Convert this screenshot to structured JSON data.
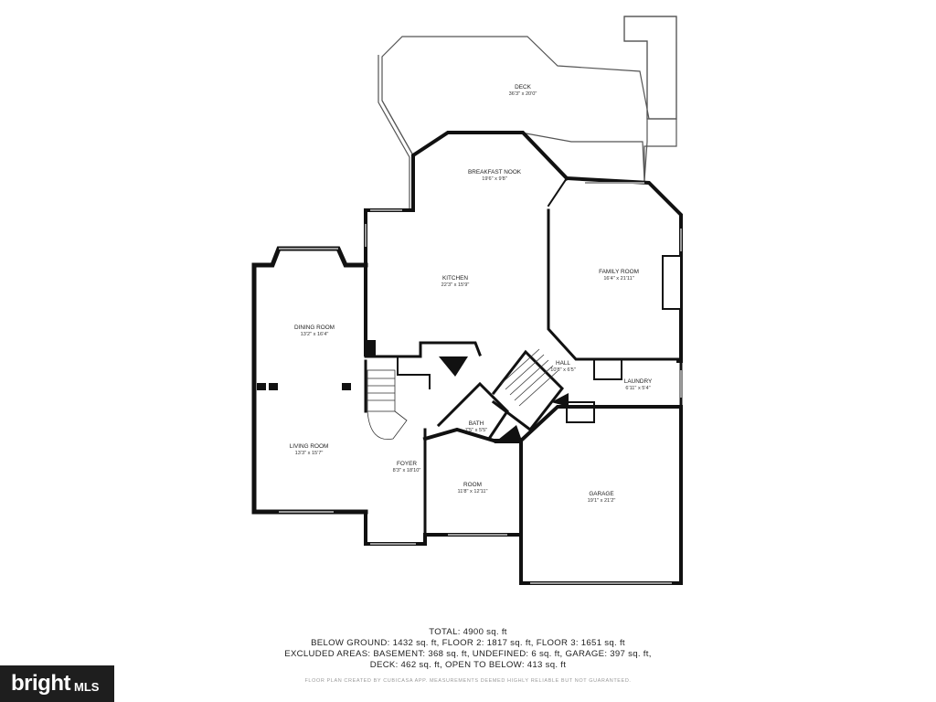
{
  "rooms": {
    "deck": {
      "name": "DECK",
      "dims": "36'3\" x 20'0\""
    },
    "breakfast_nook": {
      "name": "BREAKFAST NOOK",
      "dims": "19'6\" x 9'8\""
    },
    "kitchen": {
      "name": "KITCHEN",
      "dims": "22'3\" x 15'9\""
    },
    "family_room": {
      "name": "FAMILY ROOM",
      "dims": "16'4\" x 21'11\""
    },
    "dining_room": {
      "name": "DINING ROOM",
      "dims": "13'2\" x 16'4\""
    },
    "hall": {
      "name": "HALL",
      "dims": "10'8\" x 6'5\""
    },
    "laundry": {
      "name": "LAUNDRY",
      "dims": "6'11\" x 5'4\""
    },
    "bath": {
      "name": "BATH",
      "dims": "7'5\" x 5'5\""
    },
    "living_room": {
      "name": "LIVING ROOM",
      "dims": "13'3\" x 15'7\""
    },
    "foyer": {
      "name": "FOYER",
      "dims": "8'3\" x 18'10\""
    },
    "room": {
      "name": "ROOM",
      "dims": "11'8\" x 12'11\""
    },
    "garage": {
      "name": "GARAGE",
      "dims": "19'1\" x 21'2\""
    }
  },
  "summary": {
    "total": "TOTAL: 4900 sq. ft",
    "floors": "BELOW GROUND: 1432 sq. ft, FLOOR 2: 1817 sq. ft, FLOOR 3: 1651 sq. ft",
    "excluded_1": "EXCLUDED AREAS: BASEMENT: 368 sq. ft, UNDEFINED: 6 sq. ft, GARAGE: 397 sq. ft,",
    "excluded_2": "DECK: 462 sq. ft, OPEN TO BELOW: 413 sq. ft"
  },
  "disclaimer": "FLOOR PLAN CREATED BY CUBICASA APP. MEASUREMENTS DEEMED HIGHLY RELIABLE BUT NOT GUARANTEED.",
  "logo": {
    "brand": "bright",
    "suffix": "MLS"
  },
  "colors": {
    "wall": "#111111",
    "deck_line": "#555555",
    "window": "#bdbdbd",
    "logo_bg": "#1e1e1e"
  }
}
